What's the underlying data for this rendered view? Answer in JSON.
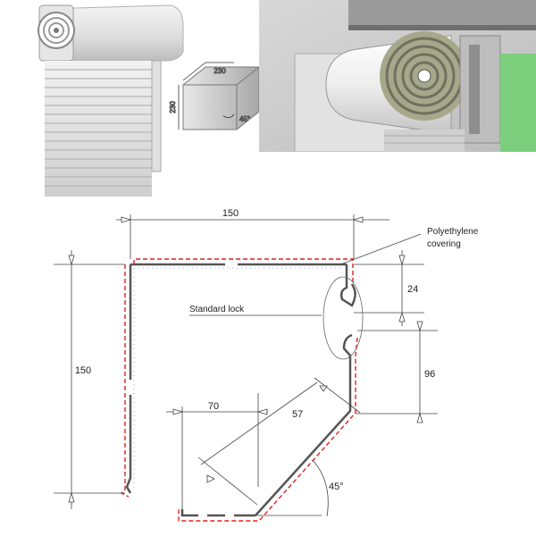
{
  "photo_left": {
    "label_width": "230",
    "label_height": "230",
    "label_angle": "45°"
  },
  "drawing": {
    "dimensions": {
      "top_width": "150",
      "left_height": "150",
      "lock_gap": "24",
      "right_drop": "96",
      "bottom_inner": "70",
      "diagonal": "57",
      "angle": "45°"
    },
    "labels": {
      "polyethylene_line1": "Polyethylene",
      "polyethylene_line2": "covering",
      "standard_lock": "Standard lock"
    },
    "colors": {
      "profile": "#555555",
      "covering": "#e02020",
      "dimension": "#444444"
    }
  }
}
